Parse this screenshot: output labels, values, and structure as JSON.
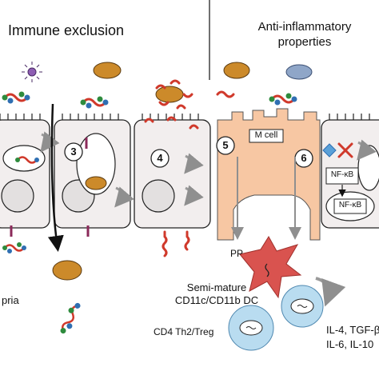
{
  "header": {
    "left_title": "Immune exclusion",
    "right_title_line1": "Anti-inflammatory",
    "right_title_line2": "properties"
  },
  "steps": [
    "3",
    "4",
    "5",
    "6"
  ],
  "cells": {
    "m_cell": "M cell",
    "nfkb_cytoplasm": "NF-κB",
    "nfkb_nucleus": "NF-κB"
  },
  "labels": {
    "pp": "PP",
    "lamina_propria_fragment": "pria",
    "dc_line1": "Semi-mature",
    "dc_line2": "CD11c/CD11b DC",
    "t_cells": "CD4 Th2/Treg",
    "cytokines_line1": "IL-4, TGF-β,",
    "cytokines_line2": "IL-6, IL-10"
  },
  "colors": {
    "epithelium_fill": "#f2eeee",
    "m_cell_fill": "#f7c7a3",
    "bacteria_fill": "#cc8a2a",
    "iga_chain": "#d0392b",
    "iga_green": "#2e8b3d",
    "iga_blue": "#2f6fb2",
    "dendritic_cell": "#d9534f",
    "t_cell": "#b9dcf0",
    "gray_arrow": "#9a9a9a"
  }
}
